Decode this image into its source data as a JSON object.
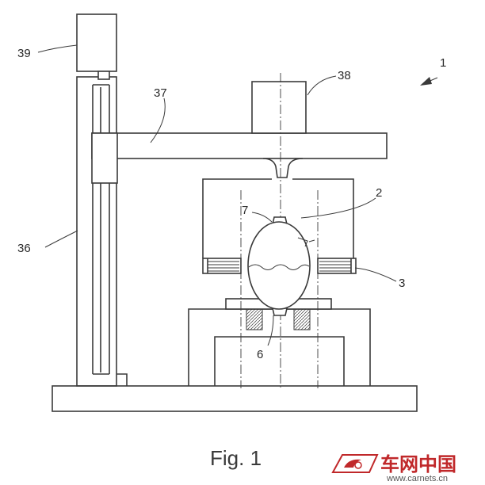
{
  "figure": {
    "caption": "Fig. 1",
    "labels": {
      "ref_1": "1",
      "ref_2": "2",
      "ref_3": "3",
      "ref_6": "6",
      "ref_7": "7",
      "ref_36": "36",
      "ref_37": "37",
      "ref_38": "38",
      "ref_39": "39"
    }
  },
  "watermark": {
    "brand": "车网中国",
    "url": "www.carnets.cn",
    "brand_color": "#c0282a",
    "icon": "carnets-logo"
  },
  "colors": {
    "line": "#3a3a3a",
    "background": "#ffffff"
  }
}
